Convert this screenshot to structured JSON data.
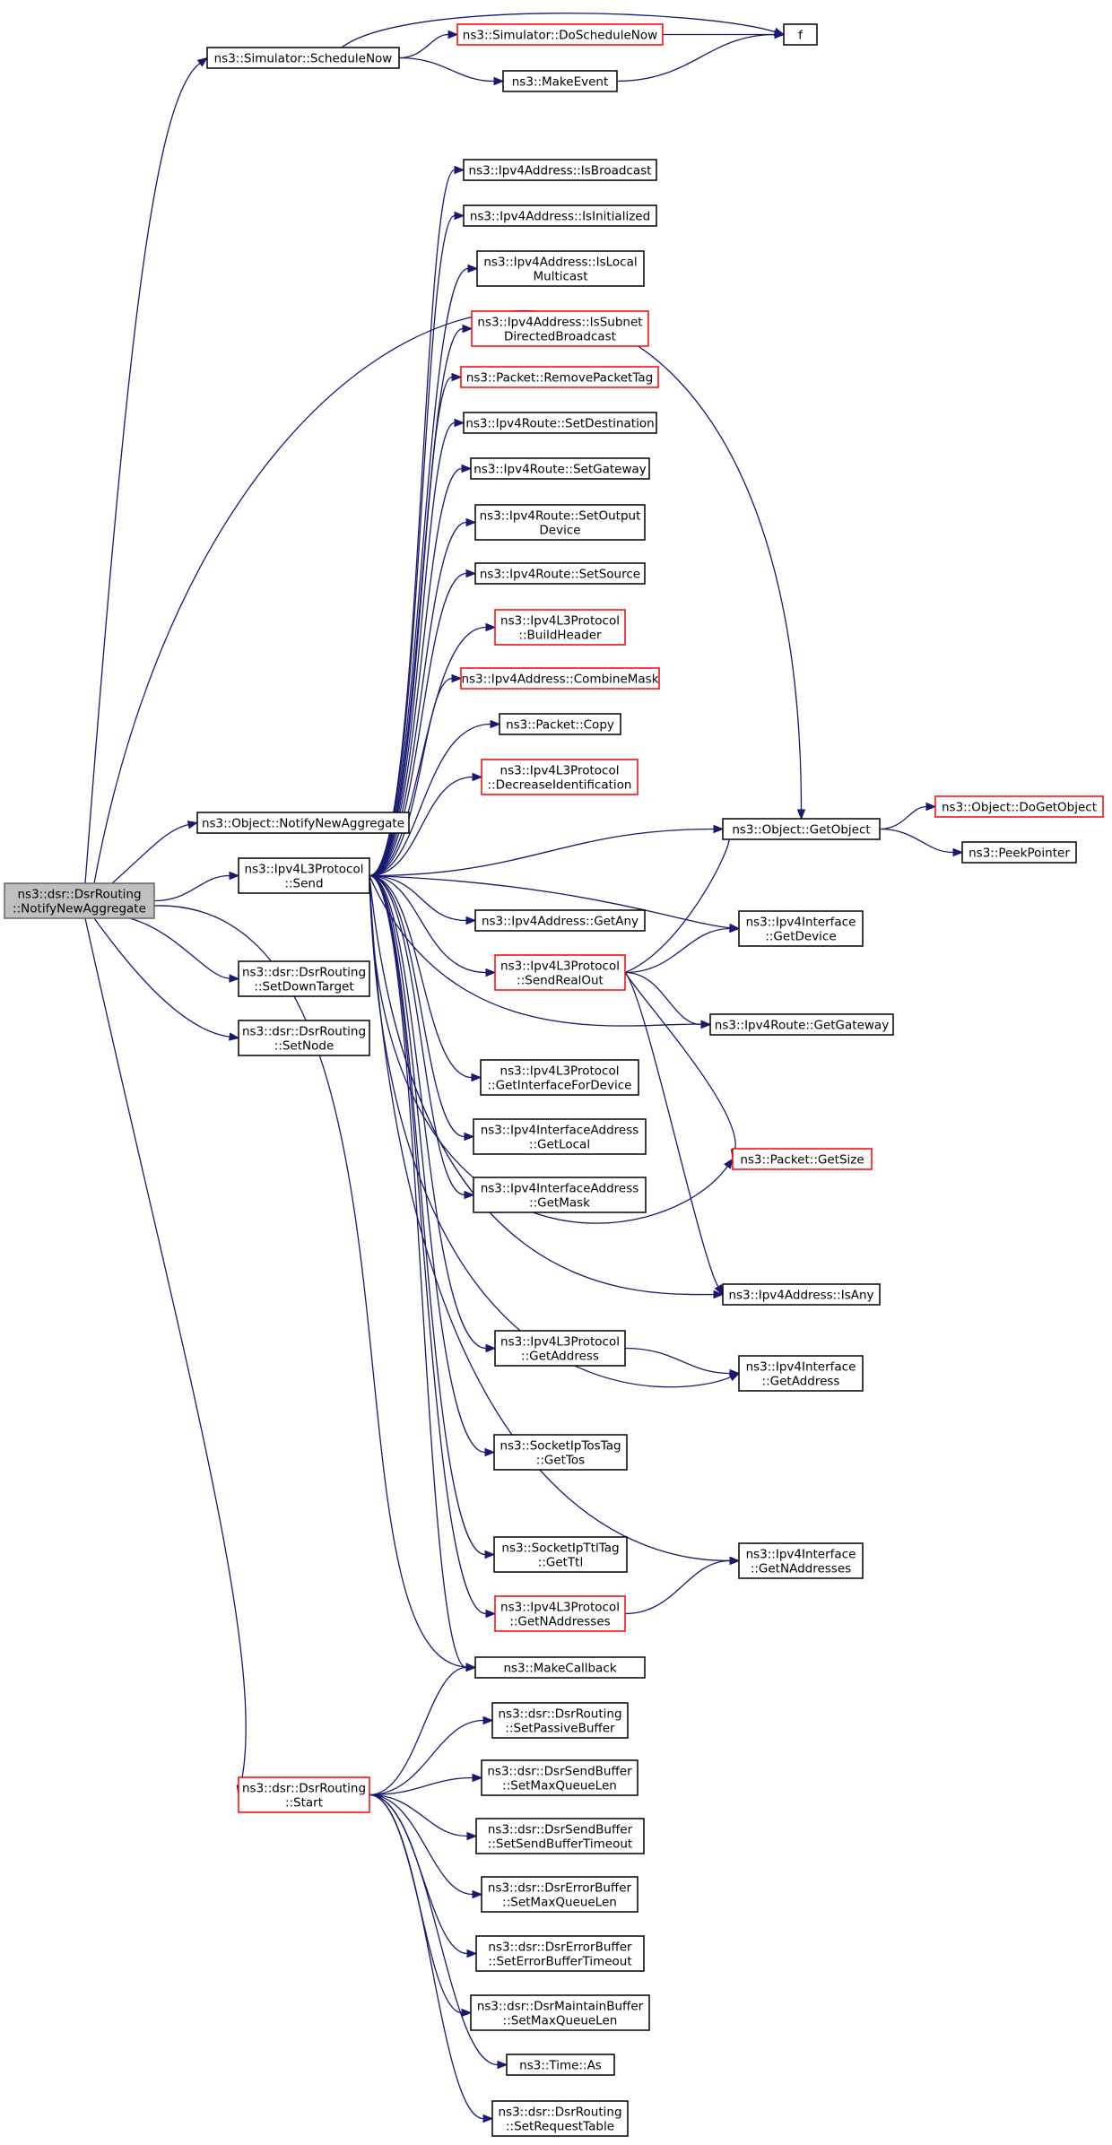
{
  "nodes": {
    "root": [
      "ns3::dsr::DsrRouting",
      "::NotifyNewAggregate"
    ],
    "schedule_now": [
      "ns3::Simulator::ScheduleNow"
    ],
    "do_schedule_now": [
      "ns3::Simulator::DoScheduleNow"
    ],
    "make_event": [
      "ns3::MakeEvent"
    ],
    "f": [
      "f"
    ],
    "notify_new_aggregate": [
      "ns3::Object::NotifyNewAggregate"
    ],
    "l3_send": [
      "ns3::Ipv4L3Protocol",
      "::Send"
    ],
    "is_broadcast": [
      "ns3::Ipv4Address::IsBroadcast"
    ],
    "is_initialized": [
      "ns3::Ipv4Address::IsInitialized"
    ],
    "is_local_multicast": [
      "ns3::Ipv4Address::IsLocal",
      "Multicast"
    ],
    "is_subnet_directed": [
      "ns3::Ipv4Address::IsSubnet",
      "DirectedBroadcast"
    ],
    "remove_packet_tag": [
      "ns3::Packet::RemovePacketTag"
    ],
    "set_destination": [
      "ns3::Ipv4Route::SetDestination"
    ],
    "set_gateway": [
      "ns3::Ipv4Route::SetGateway"
    ],
    "set_output_device": [
      "ns3::Ipv4Route::SetOutput",
      "Device"
    ],
    "set_source": [
      "ns3::Ipv4Route::SetSource"
    ],
    "build_header": [
      "ns3::Ipv4L3Protocol",
      "::BuildHeader"
    ],
    "combine_mask": [
      "ns3::Ipv4Address::CombineMask"
    ],
    "packet_copy": [
      "ns3::Packet::Copy"
    ],
    "decrease_identification": [
      "ns3::Ipv4L3Protocol",
      "::DecreaseIdentification"
    ],
    "get_object": [
      "ns3::Object::GetObject"
    ],
    "do_get_object": [
      "ns3::Object::DoGetObject"
    ],
    "peek_pointer": [
      "ns3::PeekPointer"
    ],
    "get_any": [
      "ns3::Ipv4Address::GetAny"
    ],
    "iface_get_device": [
      "ns3::Ipv4Interface",
      "::GetDevice"
    ],
    "send_real_out": [
      "ns3::Ipv4L3Protocol",
      "::SendRealOut"
    ],
    "route_get_gateway": [
      "ns3::Ipv4Route::GetGateway"
    ],
    "set_down_target": [
      "ns3::dsr::DsrRouting",
      "::SetDownTarget"
    ],
    "set_node": [
      "ns3::dsr::DsrRouting",
      "::SetNode"
    ],
    "get_interface_for_device": [
      "ns3::Ipv4L3Protocol",
      "::GetInterfaceForDevice"
    ],
    "ifaddr_get_local": [
      "ns3::Ipv4InterfaceAddress",
      "::GetLocal"
    ],
    "ifaddr_get_mask": [
      "ns3::Ipv4InterfaceAddress",
      "::GetMask"
    ],
    "packet_get_size": [
      "ns3::Packet::GetSize"
    ],
    "is_any": [
      "ns3::Ipv4Address::IsAny"
    ],
    "l3_get_address": [
      "ns3::Ipv4L3Protocol",
      "::GetAddress"
    ],
    "iface_get_address": [
      "ns3::Ipv4Interface",
      "::GetAddress"
    ],
    "tos_get_tos": [
      "ns3::SocketIpTosTag",
      "::GetTos"
    ],
    "ttl_get_ttl": [
      "ns3::SocketIpTtlTag",
      "::GetTtl"
    ],
    "iface_get_n_addresses": [
      "ns3::Ipv4Interface",
      "::GetNAddresses"
    ],
    "l3_get_n_addresses": [
      "ns3::Ipv4L3Protocol",
      "::GetNAddresses"
    ],
    "make_callback": [
      "ns3::MakeCallback"
    ],
    "start": [
      "ns3::dsr::DsrRouting",
      "::Start"
    ],
    "set_passive_buffer": [
      "ns3::dsr::DsrRouting",
      "::SetPassiveBuffer"
    ],
    "sendbuf_set_max_queue_len": [
      "ns3::dsr::DsrSendBuffer",
      "::SetMaxQueueLen"
    ],
    "sendbuf_set_timeout": [
      "ns3::dsr::DsrSendBuffer",
      "::SetSendBufferTimeout"
    ],
    "errbuf_set_max_queue_len": [
      "ns3::dsr::DsrErrorBuffer",
      "::SetMaxQueueLen"
    ],
    "errbuf_set_timeout": [
      "ns3::dsr::DsrErrorBuffer",
      "::SetErrorBufferTimeout"
    ],
    "maintbuf_set_max_queue_len": [
      "ns3::dsr::DsrMaintainBuffer",
      "::SetMaxQueueLen"
    ],
    "time_as": [
      "ns3::Time::As"
    ],
    "set_request_table": [
      "ns3::dsr::DsrRouting",
      "::SetRequestTable"
    ]
  },
  "colors": {
    "edge": "#191970",
    "highlight_border": "#ff0000",
    "root_fill": "#bfbfbf",
    "normal_border": "#000000"
  }
}
